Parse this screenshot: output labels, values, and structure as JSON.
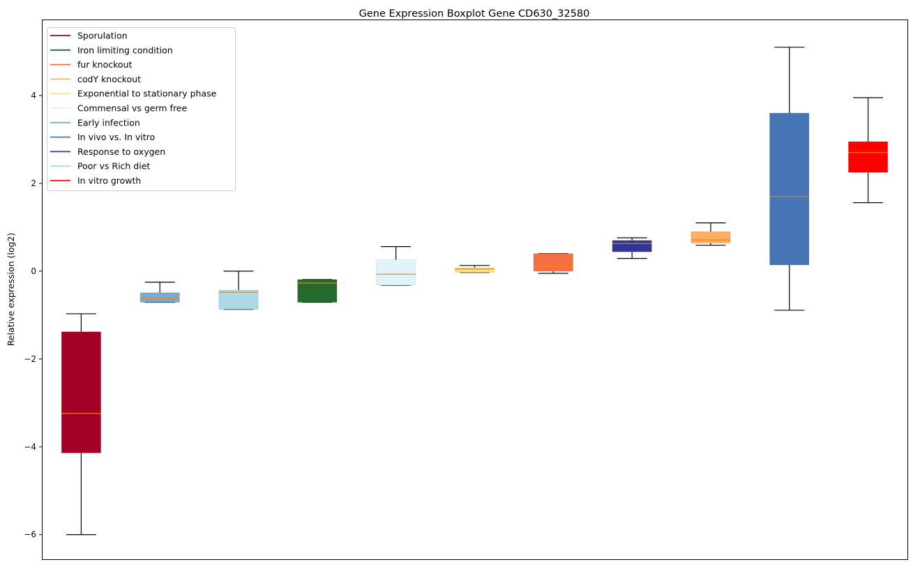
{
  "chart_data": {
    "type": "boxplot",
    "title": "Gene Expression Boxplot Gene CD630_32580",
    "xlabel": "",
    "ylabel": "Relative expression (log2)",
    "ylim": [
      -6.56,
      5.73
    ],
    "yticks": [
      -6,
      -4,
      -2,
      0,
      2,
      4
    ],
    "grid": false,
    "legend_placement": "top-left",
    "median_color": "#ff7f0e",
    "legend": [
      {
        "label": "Sporulation",
        "color": "#a50026"
      },
      {
        "label": "Iron limiting condition",
        "color": "#236b2d"
      },
      {
        "label": "fur knockout",
        "color": "#f46d43"
      },
      {
        "label": "codY knockout",
        "color": "#fdae61"
      },
      {
        "label": "Exponential to stationary phase",
        "color": "#fee090"
      },
      {
        "label": "Commensal vs germ free",
        "color": "#e0f3f8"
      },
      {
        "label": "Early infection",
        "color": "#74add1"
      },
      {
        "label": "In vivo vs. In vitro",
        "color": "#4575b4"
      },
      {
        "label": "Response to oxygen",
        "color": "#313695"
      },
      {
        "label": "Poor vs Rich diet",
        "color": "#add8e6"
      },
      {
        "label": "In vitro growth",
        "color": "#ff0000"
      }
    ],
    "boxes": [
      {
        "name": "Sporulation",
        "color": "#a50026",
        "whislo": -6.0,
        "q1": -4.14,
        "med": -3.24,
        "q3": -1.38,
        "whishi": -0.97
      },
      {
        "name": "Early infection",
        "color": "#74add1",
        "whislo": -0.71,
        "q1": -0.71,
        "med": -0.63,
        "q3": -0.49,
        "whishi": -0.25
      },
      {
        "name": "Poor vs Rich diet",
        "color": "#add8e6",
        "whislo": -0.87,
        "q1": -0.87,
        "med": -0.48,
        "q3": -0.43,
        "whishi": 0.0
      },
      {
        "name": "Iron limiting condition",
        "color": "#236b2d",
        "whislo": -0.71,
        "q1": -0.71,
        "med": -0.27,
        "q3": -0.19,
        "whishi": -0.19
      },
      {
        "name": "Commensal vs germ free",
        "color": "#e0f3f8",
        "whislo": -0.32,
        "q1": -0.32,
        "med": -0.07,
        "q3": 0.26,
        "whishi": 0.56
      },
      {
        "name": "Exponential to stationary phase",
        "color": "#fee090",
        "whislo": -0.03,
        "q1": -0.03,
        "med": 0.05,
        "q3": 0.08,
        "whishi": 0.13
      },
      {
        "name": "fur knockout",
        "color": "#f46d43",
        "whislo": -0.05,
        "q1": 0.0,
        "med": 0.1,
        "q3": 0.4,
        "whishi": 0.4
      },
      {
        "name": "Response to oxygen",
        "color": "#313695",
        "whislo": 0.29,
        "q1": 0.44,
        "med": 0.63,
        "q3": 0.7,
        "whishi": 0.76
      },
      {
        "name": "codY knockout",
        "color": "#fdae61",
        "whislo": 0.59,
        "q1": 0.64,
        "med": 0.71,
        "q3": 0.9,
        "whishi": 1.1
      },
      {
        "name": "In vivo vs. In vitro",
        "color": "#4575b4",
        "whislo": -0.89,
        "q1": 0.14,
        "med": 1.7,
        "q3": 3.6,
        "whishi": 5.1
      },
      {
        "name": "In vitro growth",
        "color": "#ff0000",
        "whislo": 1.56,
        "q1": 2.25,
        "med": 2.7,
        "q3": 2.95,
        "whishi": 3.95
      }
    ]
  }
}
